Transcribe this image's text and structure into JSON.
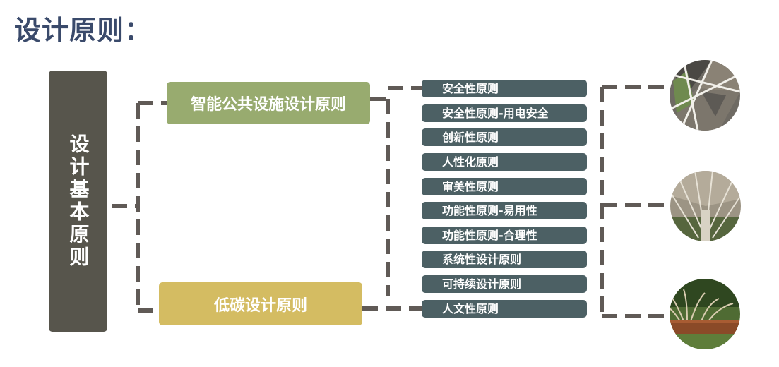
{
  "title": "设计原则：",
  "root": {
    "label": "设计基本原则"
  },
  "branches": [
    {
      "label": "智能公共设施设计原则",
      "color": "#98ab6f"
    },
    {
      "label": "低碳设计原则",
      "color": "#d4bc62"
    }
  ],
  "principles": [
    "安全性原则",
    "安全性原则-用电安全",
    "创新性原则",
    "人性化原则",
    "审美性原则",
    "功能性原则-易用性",
    "功能性原则-合理性",
    "系统性设计原则",
    "可持续设计原则",
    "人文性原则"
  ],
  "photos": [
    {
      "icon": "triangular-canopy-photo"
    },
    {
      "icon": "tree-shade-structure-photo"
    },
    {
      "icon": "planter-grass-photo"
    }
  ],
  "colors": {
    "title": "#3a4a6b",
    "root": "#57554c",
    "principle": "#4c6064",
    "connector": "#605a56"
  }
}
